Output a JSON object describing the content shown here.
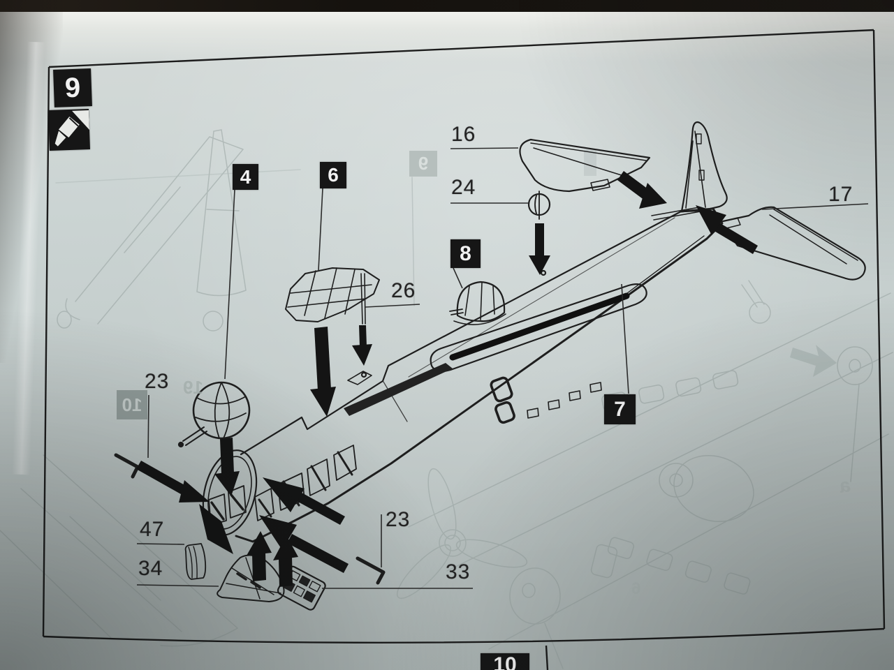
{
  "document": {
    "type_label": "plastic model kit assembly step diagram",
    "step": {
      "number": "9"
    },
    "next_step": {
      "number": "10"
    },
    "paint_symbol": "paintbrush-icon"
  },
  "callouts": {
    "step_boxes": [
      {
        "id": "box-4",
        "label": "4"
      },
      {
        "id": "box-6",
        "label": "6"
      },
      {
        "id": "box-8",
        "label": "8"
      },
      {
        "id": "box-7",
        "label": "7"
      }
    ],
    "part_numbers": [
      {
        "id": "part-16",
        "label": "16"
      },
      {
        "id": "part-24",
        "label": "24"
      },
      {
        "id": "part-17",
        "label": "17"
      },
      {
        "id": "part-26",
        "label": "26"
      },
      {
        "id": "part-23-upper",
        "label": "23"
      },
      {
        "id": "part-23-lower",
        "label": "23"
      },
      {
        "id": "part-47",
        "label": "47"
      },
      {
        "id": "part-34",
        "label": "34"
      },
      {
        "id": "part-33",
        "label": "33"
      }
    ]
  },
  "ghost_bleedthrough": {
    "step_box_9_mirrored": "9",
    "step_box_10_mirrored": "10",
    "part_19_mirrored": "19",
    "part_6_mirrored": "6",
    "letter_a_mirrored": "a"
  },
  "colors": {
    "paper": "#c9d2d1",
    "ink": "#1d1d1d",
    "box_background": "#161616",
    "box_text": "#f1f1f1",
    "ghost_ink": "#97a3a1"
  }
}
